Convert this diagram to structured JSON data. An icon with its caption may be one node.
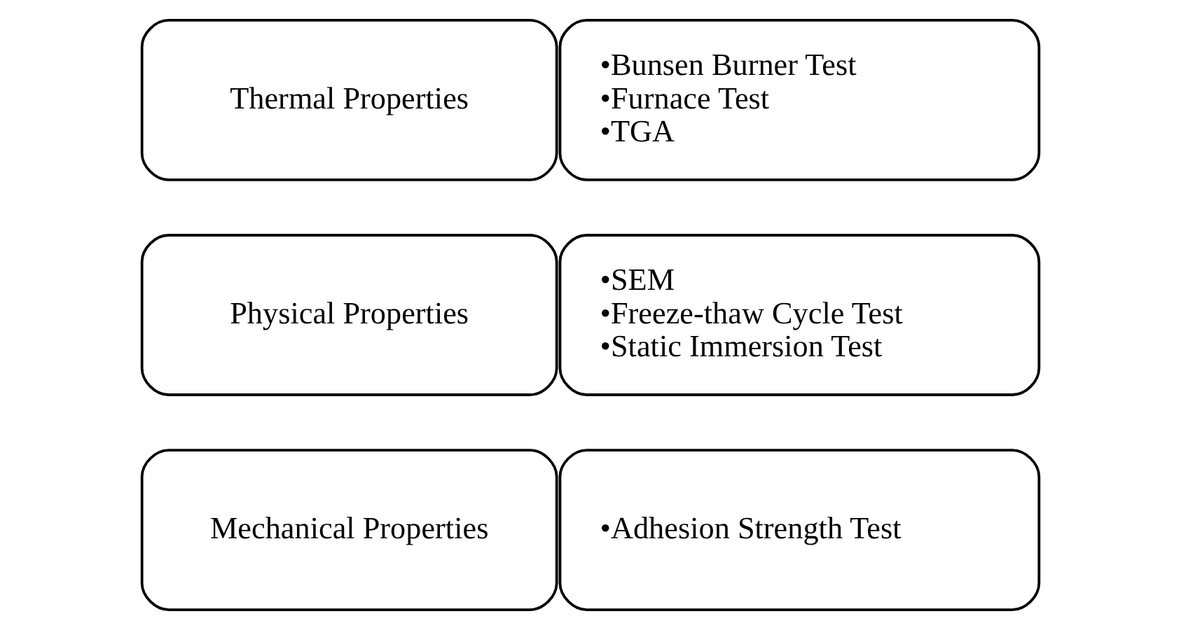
{
  "diagram": {
    "nodes": [
      {
        "text": [
          "Thermal Properties"
        ]
      },
      {
        "text": [
          "•Bunsen Burner Test",
          "•Furnace Test",
          "•TGA"
        ]
      },
      {
        "text": [
          "Physical Properties"
        ]
      },
      {
        "text": [
          "•SEM",
          "•Freeze-thaw Cycle Test",
          "•Static Immersion Test"
        ]
      },
      {
        "text": [
          "Mechanical Properties"
        ]
      },
      {
        "text": [
          "•Adhesion Strength Test"
        ]
      }
    ],
    "edges": []
  }
}
